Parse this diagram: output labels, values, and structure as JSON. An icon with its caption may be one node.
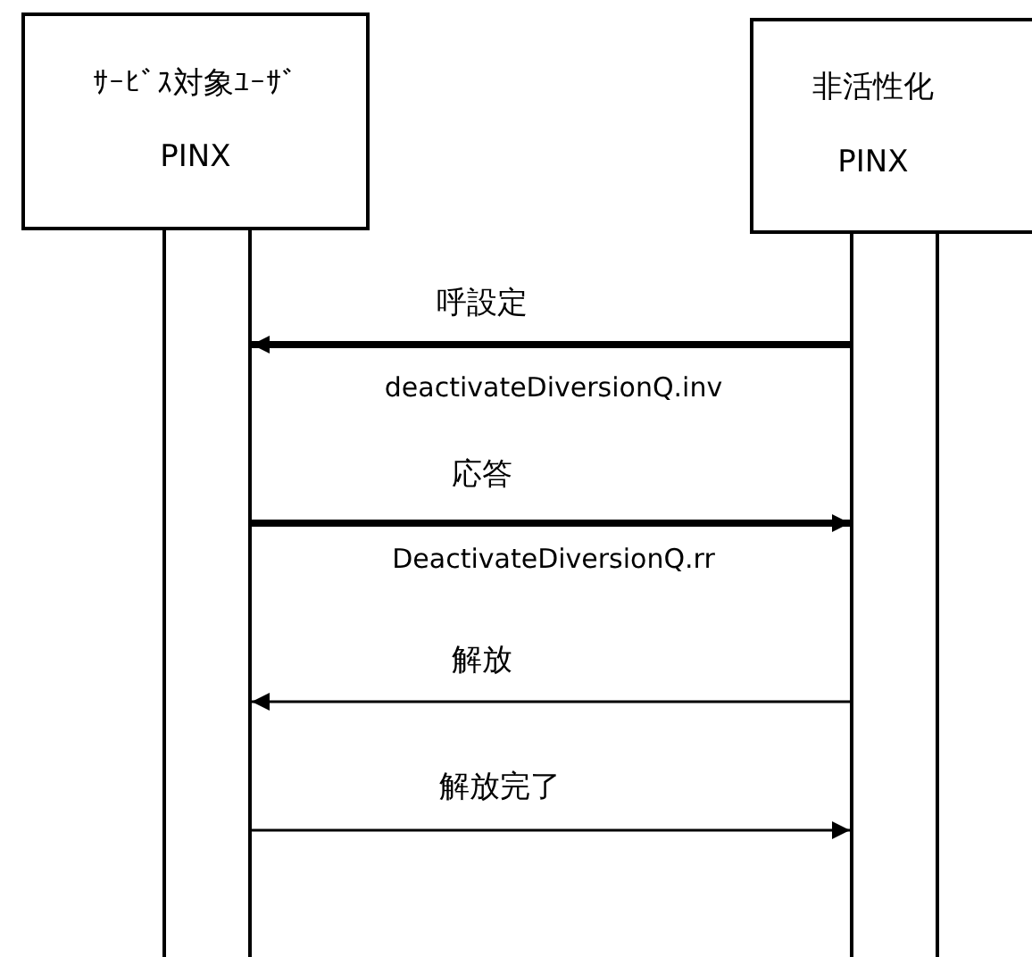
{
  "diagram": {
    "nodes": [
      {
        "text": [
          "ｻｰﾋﾞｽ対象ﾕｰｻﾞ",
          "PINX"
        ]
      },
      {
        "text": [
          "非活性化",
          "PINX"
        ]
      },
      {
        "text": [],
        "shape": "bar"
      },
      {
        "text": [],
        "shape": "bar"
      }
    ],
    "edges": [
      {
        "from": 3,
        "to": 2,
        "arrow": "to",
        "label": "呼設定",
        "style": "thick"
      },
      {
        "from": 2,
        "to": 3,
        "arrow": "to",
        "label": "応答",
        "style": "thick"
      },
      {
        "from": 3,
        "to": 2,
        "arrow": "to",
        "label": "解放"
      },
      {
        "from": 2,
        "to": 3,
        "arrow": "to",
        "label": "解放完了"
      }
    ],
    "labels": [
      "deactivateDiversionQ.inv",
      "DeactivateDiversionQ.rr"
    ]
  }
}
